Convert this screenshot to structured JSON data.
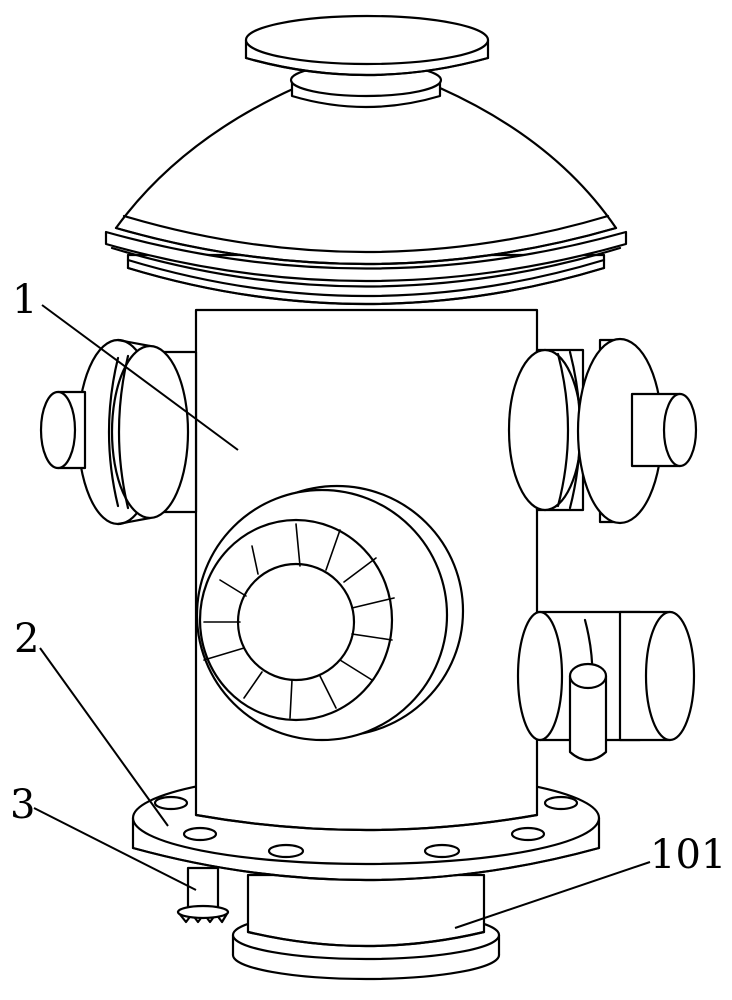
{
  "callouts": [
    {
      "id": "1",
      "text": "1"
    },
    {
      "id": "2",
      "text": "2"
    },
    {
      "id": "3",
      "text": "3"
    },
    {
      "id": "101",
      "text": "101"
    }
  ],
  "colors": {
    "line": "#000000",
    "background": "#ffffff"
  }
}
